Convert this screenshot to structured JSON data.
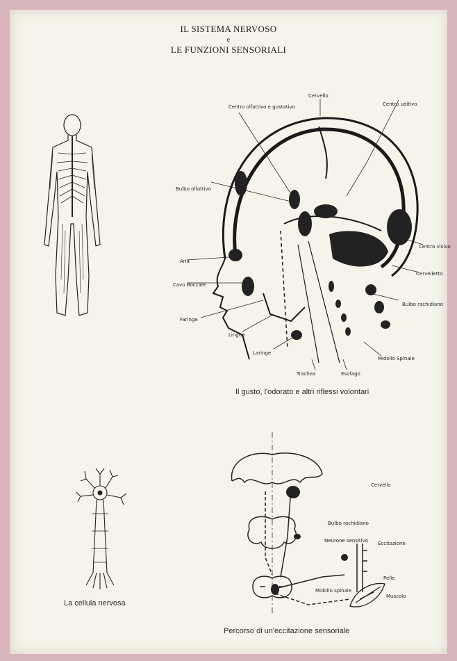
{
  "title": {
    "line1": "IL SISTEMA NERVOSO",
    "line2": "e",
    "line3": "LE FUNZIONI SENSORIALI"
  },
  "head_figure": {
    "labels": {
      "cervello": "Cervello",
      "centro_olfattivo": "Centro olfattivo e gustativo",
      "centro_uditivo": "Centro uditivo",
      "bulbo_olfattivo": "Bulbo olfattivo",
      "centro_visivo": "Centro visivo",
      "aria": "Aria",
      "cavo_boccale": "Cavo Boccale",
      "cervelletto": "Cervelletto",
      "bulbo_rachidiano": "Bulbo rachidiano",
      "faringe": "Faringe",
      "lingua": "Lingua",
      "laringe": "Laringe",
      "midollo_spinale": "Midollo Spinale",
      "trachea": "Trachea",
      "esofago": "Esofago"
    },
    "caption": "Il gusto, l'odorato e altri riflessi volontari"
  },
  "cell_figure": {
    "caption": "La cellula nervosa"
  },
  "path_figure": {
    "labels": {
      "cervello": "Cervello",
      "bulbo": "Bulbo rachidiano",
      "neurone": "Neurone sensitivo",
      "eccitazione": "Eccitazione",
      "pelle": "Pelle",
      "midollo": "Midollo spinale",
      "muscolo": "Muscolo"
    },
    "caption": "Percorso di un'eccitazione sensoriale"
  }
}
